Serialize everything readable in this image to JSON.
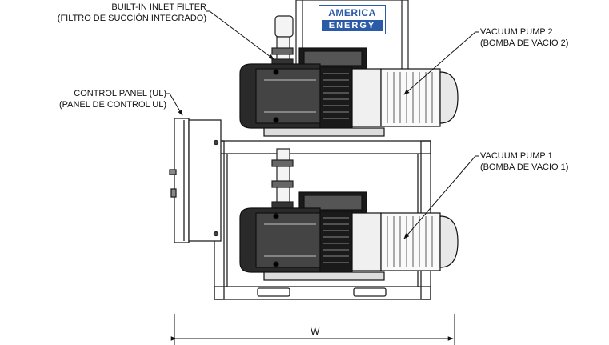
{
  "labels": {
    "inlet_filter_en": "BUILT-IN INLET FILTER",
    "inlet_filter_es": "(FILTRO DE SUCCIÓN INTEGRADO)",
    "control_panel_en": "CONTROL PANEL (UL)",
    "control_panel_es": "(PANEL DE CONTROL UL)",
    "pump2_en": "VACUUM PUMP 2",
    "pump2_es": "(BOMBA DE VACIO 2)",
    "pump1_en": "VACUUM PUMP 1",
    "pump1_es": "(BOMBA DE VACIO 1)"
  },
  "logo": {
    "line1": "AMERICA",
    "line2": "ENERGY",
    "color": "#2a5aa8"
  },
  "dimension": {
    "width_label": "W"
  }
}
